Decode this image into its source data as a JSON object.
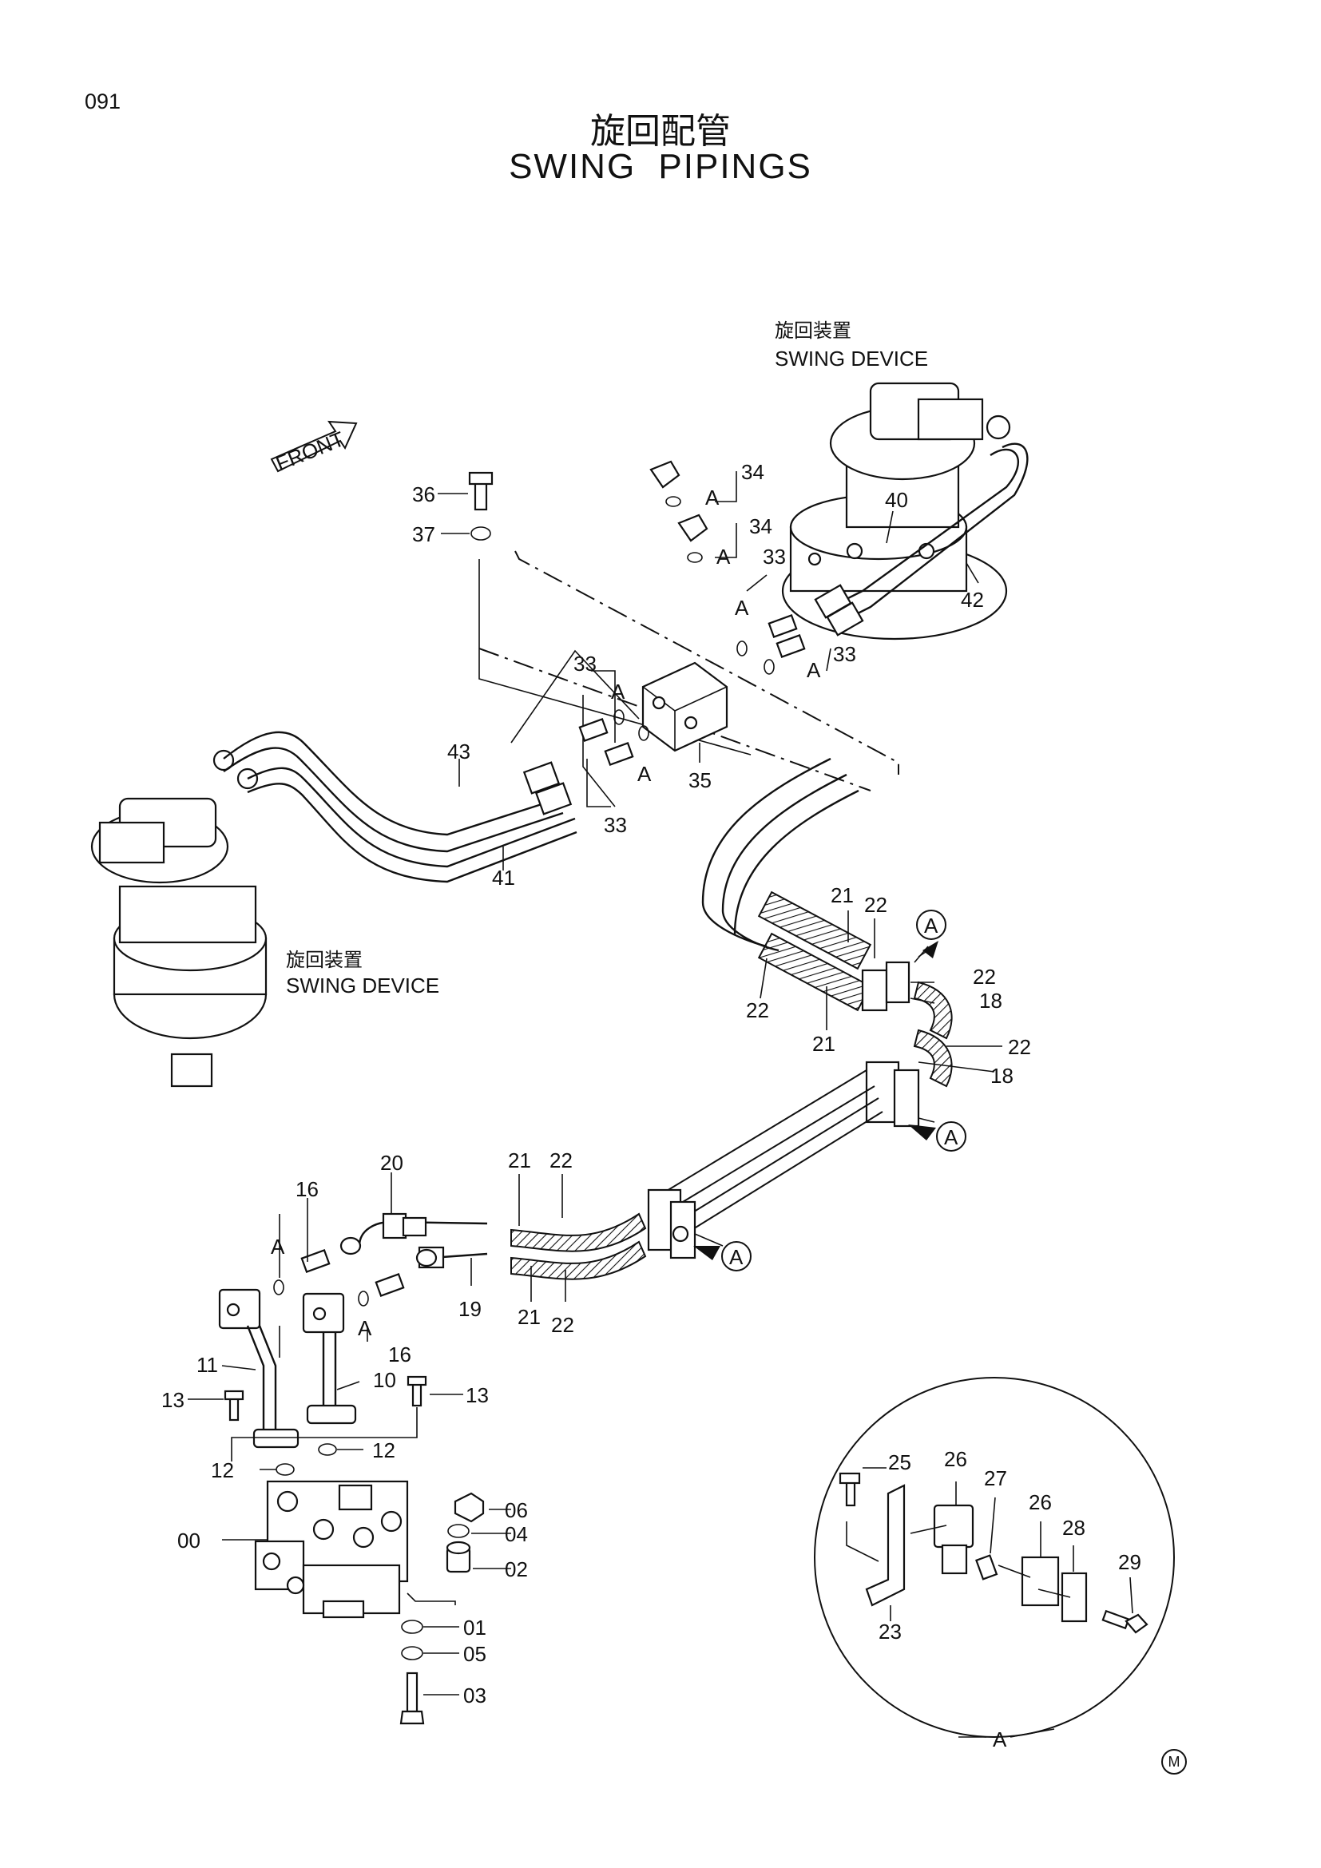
{
  "page_number": "091",
  "title_jp": "旋回配管",
  "title_en": "SWING PIPINGS",
  "front_label": "FRONT",
  "swing_device_top": {
    "jp": "旋回装置",
    "en": "SWING DEVICE"
  },
  "swing_device_left": {
    "jp": "旋回装置",
    "en": "SWING DEVICE"
  },
  "detail_label": "A",
  "corner_mark": "M",
  "callouts": {
    "p00": "00",
    "p01": "01",
    "p02": "02",
    "p03": "03",
    "p04": "04",
    "p05": "05",
    "p06": "06",
    "p10": "10",
    "p11": "11",
    "p12a": "12",
    "p12b": "12",
    "p13a": "13",
    "p13b": "13",
    "p16a": "16",
    "p16b": "16",
    "p18a": "18",
    "p18b": "18",
    "p19": "19",
    "p20": "20",
    "p21a": "21",
    "p21b": "21",
    "p21c": "21",
    "p21d": "21",
    "p22a": "22",
    "p22b": "22",
    "p22c": "22",
    "p22d": "22",
    "p22e": "22",
    "p22f": "22",
    "p23": "23",
    "p25": "25",
    "p26a": "26",
    "p26b": "26",
    "p27": "27",
    "p28": "28",
    "p29": "29",
    "p33a": "33",
    "p33b": "33",
    "p33c": "33",
    "p33d": "33",
    "p34a": "34",
    "p34b": "34",
    "p35": "35",
    "p36": "36",
    "p37": "37",
    "p40": "40",
    "p41": "41",
    "p42": "42",
    "p43": "43"
  },
  "ref_a": {
    "r1": "A",
    "r2": "A",
    "r3": "A",
    "o1": "A",
    "o2": "A",
    "o3": "A",
    "o4": "A",
    "o5": "A",
    "o6": "A",
    "o7": "A",
    "o8": "A"
  }
}
